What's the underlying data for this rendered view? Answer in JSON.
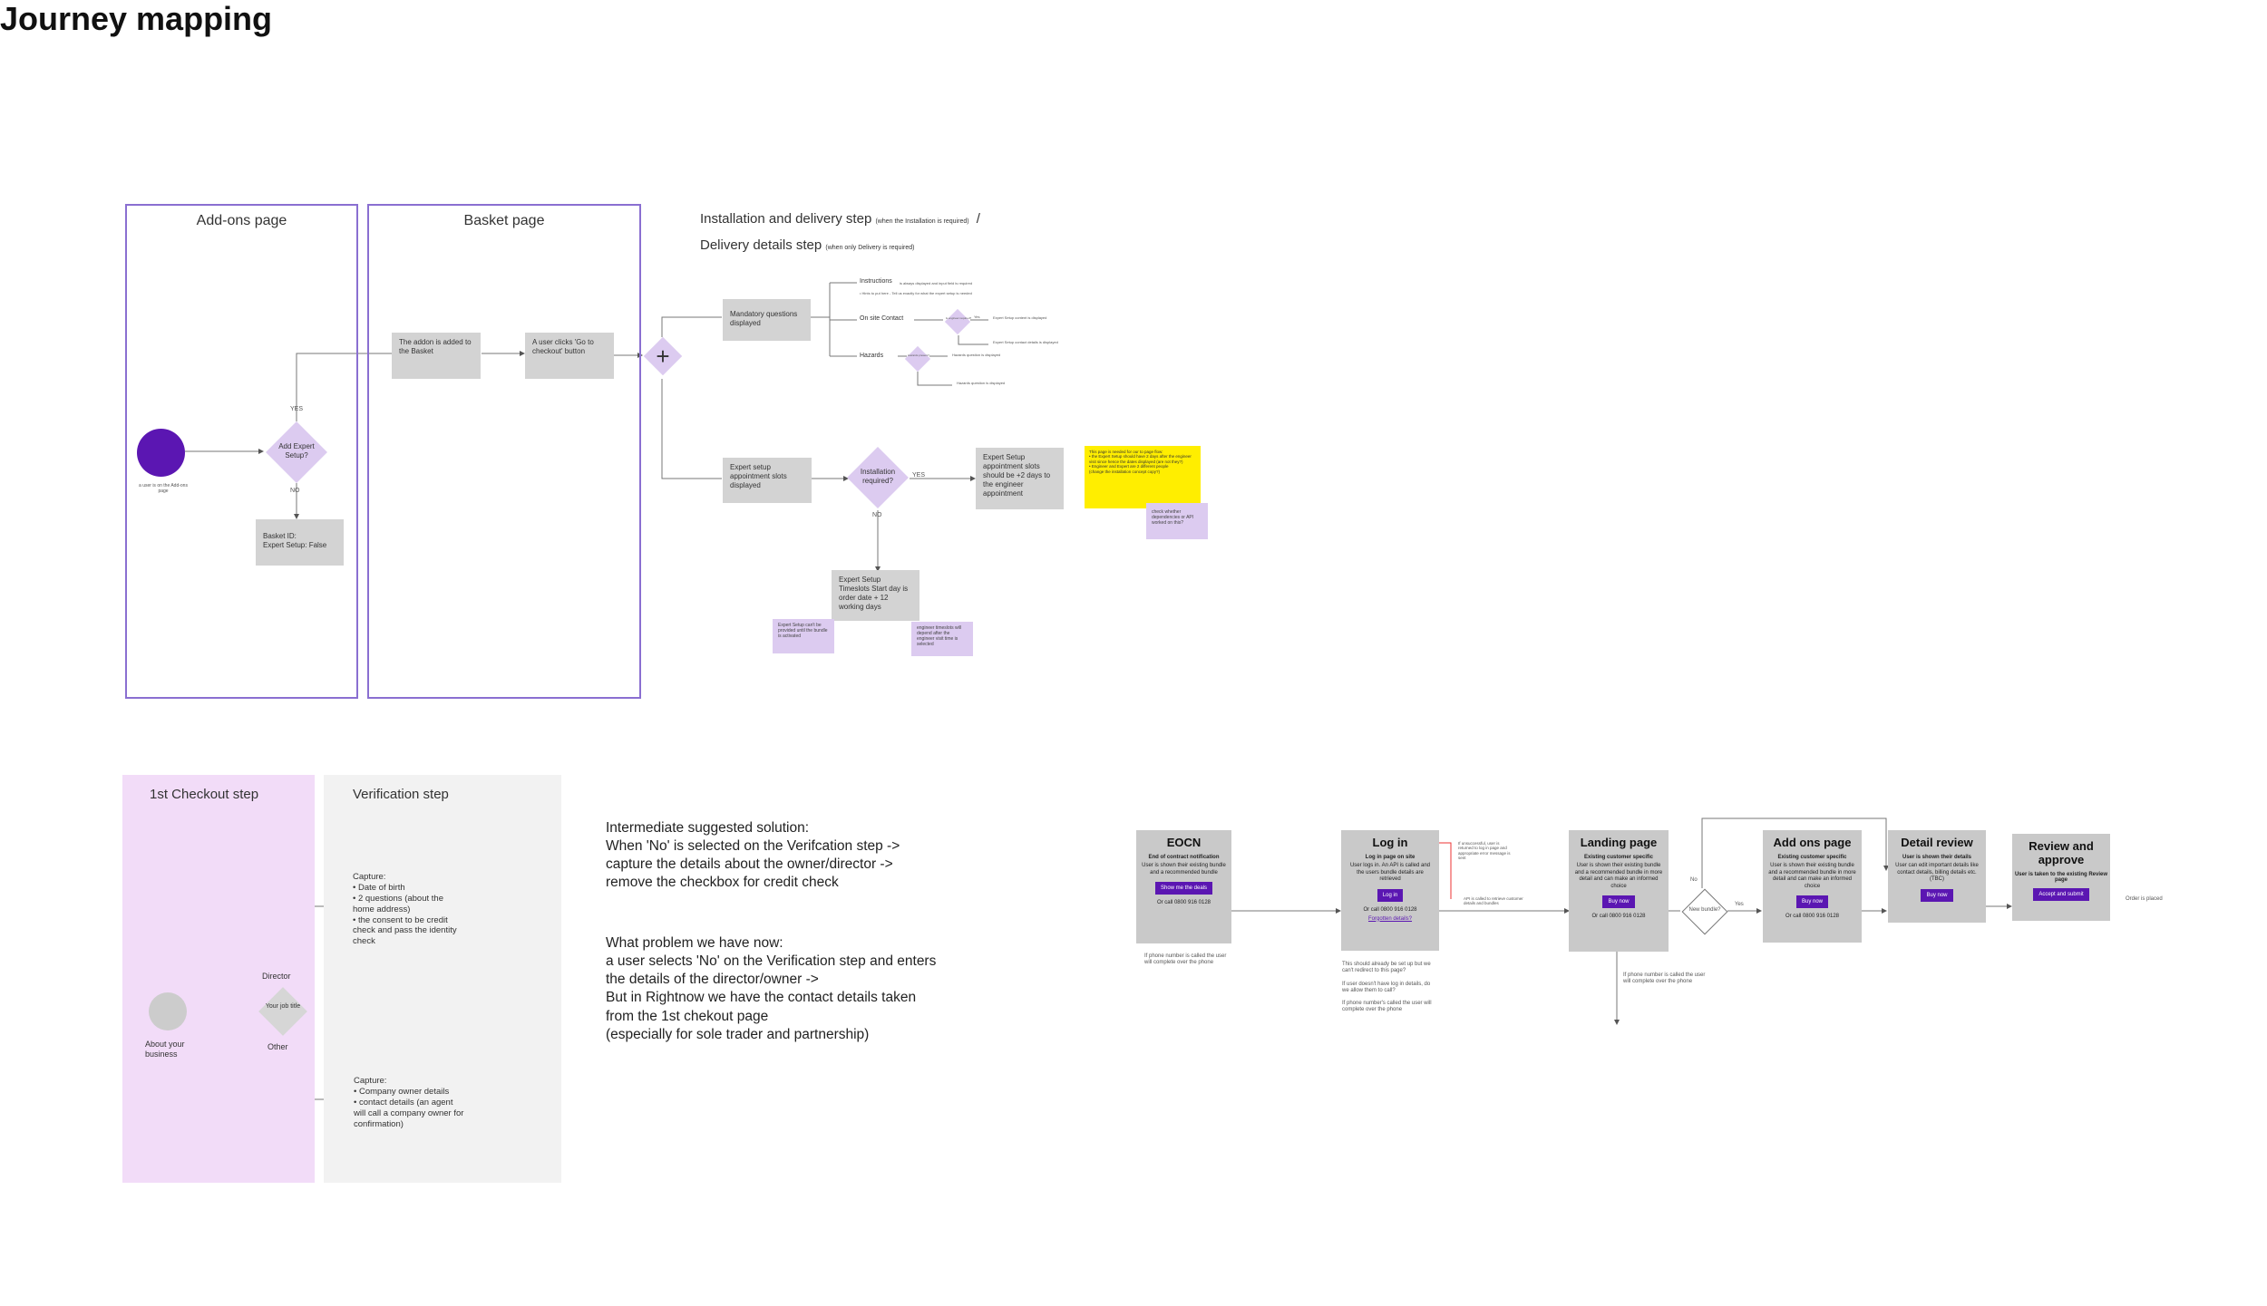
{
  "title": "Journey mapping",
  "top": {
    "lane1_title": "Add-ons page",
    "lane2_title": "Basket page",
    "header_line1": "Installation and delivery step",
    "header_line1_note": "(when the Installation is required)",
    "header_slash": "/",
    "header_line2": "Delivery details step",
    "header_line2_note": "(when only Delivery is required)",
    "start_label": "a user is on the Add-ons page",
    "decision_expert": "Add Expert Setup?",
    "yes": "YES",
    "no": "NO",
    "basket_id": "Basket ID:\nExpert Setup: False",
    "addon_added": "The addon is added to the Basket",
    "go_checkout": "A user clicks 'Go to checkout' button",
    "mandatory": "Mandatory questions displayed",
    "instructions": "Instructions",
    "instructions_note": "is always displayed and input field is required",
    "instructions_sub": "• Hints to put here - Tell us exactly for what the expert setup is needed",
    "onsite": "On site Contact",
    "onsite_decision": "Is engineer required?",
    "onsite_yes": "Yes",
    "onsite_note1": "Expert Setup content is displayed",
    "onsite_note2": "Expert Setup contact details is displayed",
    "hazards": "Hazards",
    "hazards_decision": "Hazards present?",
    "hazards_note1": "Hazards question is displayed",
    "hazards_note2": "Hazards question is displayed",
    "expert_slots": "Expert setup appointment slots displayed",
    "install_decision": "Installation required?",
    "install_yes": "YES",
    "install_no": "NO",
    "expert_text": "Expert Setup appointment slots should be +2 days to the engineer appointment",
    "timeslots": "Expert Setup Timeslots Start day is order date + 12 working days",
    "yellow_note": "This page is needed for our to page flow:\n• the Expert Setup should have 2 days after the engineer visit since hence the dates displayed (are not they?)\n• Engineer and Expert are 2 different people\n(change the installation concept copy?)",
    "check_note": "check whether dependencies or API worked on this?",
    "note_left": "Expert Setup can't be provided until the bundle is activated",
    "note_right": "engineer timeslots will depend after the engineer visit time is selected"
  },
  "bottom": {
    "checkout_title": "1st Checkout step",
    "verification_title": "Verification step",
    "about_label": "About your business",
    "job_decision": "Your job title",
    "director": "Director",
    "other": "Other",
    "capture1": "Capture:\n• Date of birth\n• 2 questions (about the home address)\n• the consent to be credit check and pass the identity check",
    "capture2": "Capture:\n• Company owner details\n• contact details (an agent will call a company owner for confirmation)",
    "solution": "Intermediate suggested solution:\nWhen 'No' is selected on the Verifcation step ->\ncapture the details about the owner/director ->\nremove the checkbox for credit check",
    "problem": "What problem we have now:\na user selects 'No' on the Verification step and enters\nthe details of the director/owner ->\nBut in Rightnow we have the contact details taken\nfrom the 1st chekout page\n(especially for sole trader and partnership)"
  },
  "flow": {
    "eocn": {
      "title": "EOCN",
      "sub": "End of contract notification",
      "desc": "User is shown their existing bundle and a recommended bundle",
      "btn": "Show me the deals",
      "call": "Or call 0800 916 0128"
    },
    "eocn_note": "If phone number is called the user will complete over the phone",
    "login": {
      "title": "Log in",
      "sub": "Log in page on site",
      "desc": "User logs in. An API is called and the users bundle details are retrieved",
      "btn": "Log in",
      "call": "Or call 0800 916 0128",
      "link": "Forgotten details?"
    },
    "login_notes": "This should already be set up but we can't redirect to this page?\n\nIf user doesn't have log in details, do we allow them to call?\n\nIf phone number's called the user will complete over the phone",
    "red_note": "If unsuccessful, user is returned to log in page and appropriate error message is sent",
    "api_note": "API is called to retrieve customer details and bundles",
    "landing": {
      "title": "Landing page",
      "sub": "Existing customer specific",
      "desc": "User is shown their existing bundle and a recommended bundle in more detail and can make an informed choice",
      "btn": "Buy now",
      "call": "Or call 0800 916 0128"
    },
    "landing_note": "If phone number is called the user will complete over the phone",
    "new_bundle": "New bundle?",
    "no": "No",
    "yes": "Yes",
    "addons": {
      "title": "Add ons page",
      "sub": "Existing customer specific",
      "desc": "User is shown their existing bundle and a recommended bundle in more detail and can make an informed choice",
      "btn": "Buy now",
      "call": "Or call 0800 916 0128"
    },
    "detail": {
      "title": "Detail review",
      "sub": "User is shown their details",
      "desc": "User can edit important details like contact details, billing details etc. (TBC)",
      "btn": "Buy now"
    },
    "review": {
      "title": "Review and approve",
      "sub": "User is taken to the existing Review page",
      "btn": "Accept and submit"
    },
    "order_placed": "Order is placed"
  },
  "colors": {
    "lane_border": "#8a6fd1",
    "start_circle": "#5b16b2",
    "diamond": "#dccbf0",
    "gray_box": "#d3d3d3",
    "yellow": "#ffee00",
    "checkout_bg": "#f2dcf8",
    "verification_bg": "#f2f2f2",
    "button": "#5b16b2"
  }
}
